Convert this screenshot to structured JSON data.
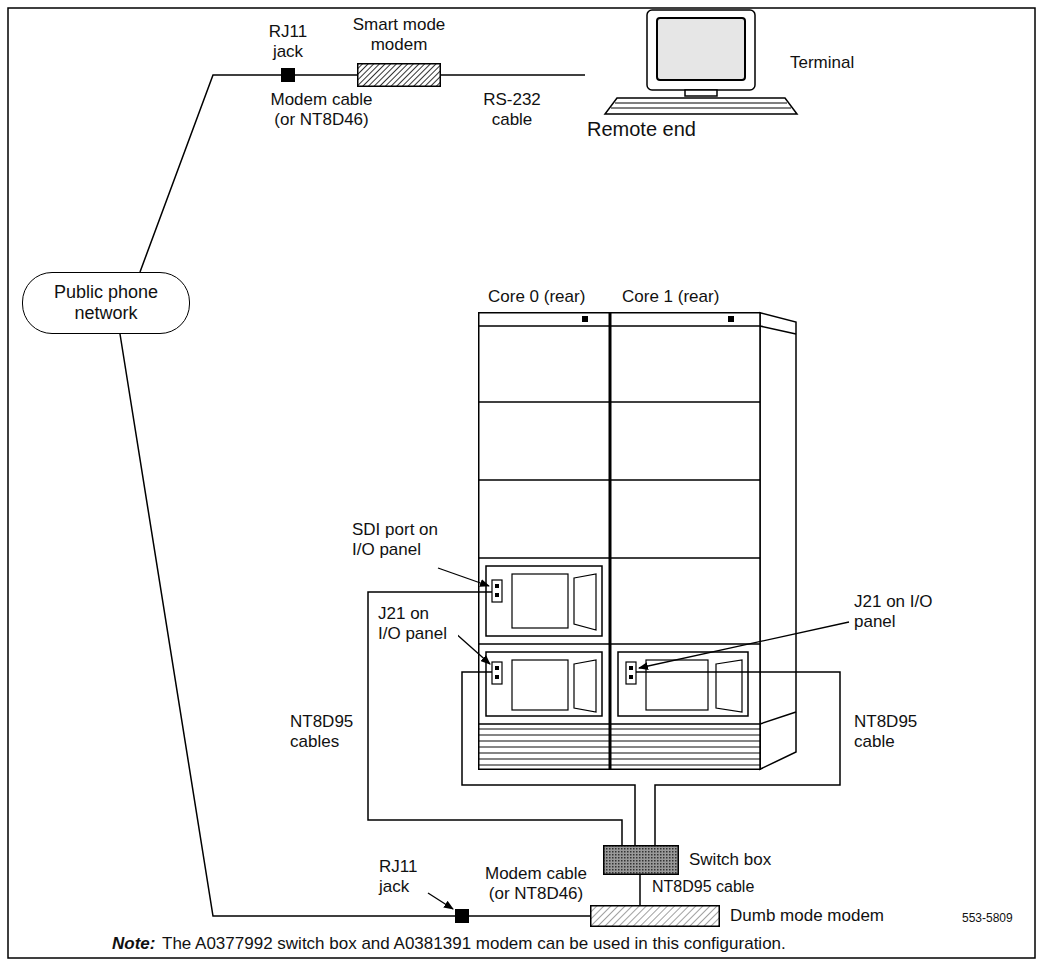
{
  "diagram": {
    "nodes": [
      {
        "text": [
          "RJ11 jack"
        ]
      },
      {
        "text": [
          "Smart mode modem"
        ]
      },
      {
        "text": [
          "Terminal",
          "Remote end"
        ]
      },
      {
        "text": [
          "Core 0 (rear)"
        ]
      },
      {
        "text": [
          "Core 1 (rear)"
        ]
      },
      {
        "text": [
          "Public phone network"
        ]
      },
      {
        "text": [
          "Switch box"
        ]
      },
      {
        "text": [
          "RJ11 jack"
        ]
      },
      {
        "text": [
          "Dumb mode modem"
        ]
      }
    ],
    "edges": [
      {
        "from": 5,
        "to": 0,
        "arrow": "none"
      },
      {
        "from": 0,
        "to": 1,
        "label": "Modem cable (or NT8D46)",
        "arrow": "none"
      },
      {
        "from": 1,
        "to": 2,
        "label": "RS-232 cable",
        "arrow": "none"
      },
      {
        "from": 5,
        "to": 7,
        "arrow": "none"
      },
      {
        "from": 7,
        "to": 8,
        "label": "Modem cable (or NT8D46)",
        "arrow": "none"
      },
      {
        "from": 8,
        "to": 6,
        "label": "NT8D95 cable",
        "arrow": "none"
      },
      {
        "from": 6,
        "to": 3,
        "arrow": "none"
      },
      {
        "from": 6,
        "to": 3,
        "arrow": "none"
      },
      {
        "from": 6,
        "to": 4,
        "arrow": "none"
      }
    ],
    "labels": [
      "SDI port on I/O panel",
      "J21 on I/O panel",
      "J21 on I/O panel",
      "NT8D95 cables",
      "NT8D95 cable",
      "553-5809",
      "Note:",
      "The A0377992 switch box and A0381391 modem can be used in this configuration."
    ]
  }
}
